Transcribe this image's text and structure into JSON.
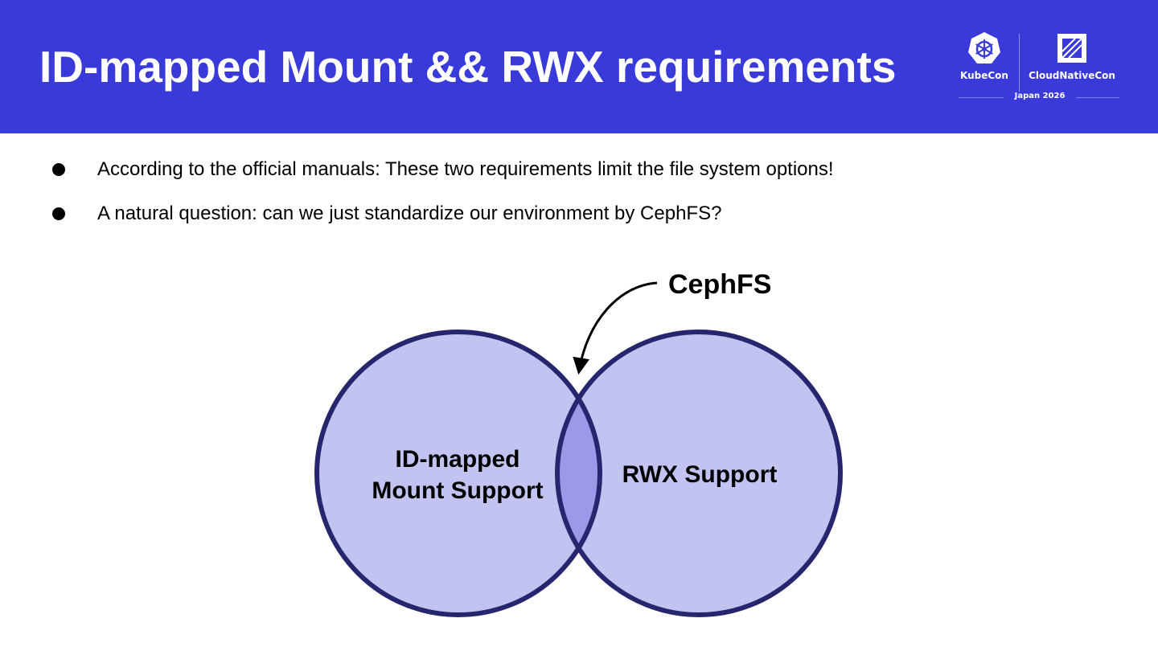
{
  "header": {
    "title": "ID-mapped Mount && RWX requirements",
    "background_color": "#3a3ada"
  },
  "logo": {
    "kubecon_label": "KubeCon",
    "kubecon_icon": "kubernetes-helm-icon",
    "cnc_label": "CloudNativeCon",
    "cnc_icon": "cncf-icon",
    "event_label": "Japan 2026"
  },
  "bullets": [
    {
      "text": "According to the official manuals: These two requirements limit the file system options!"
    },
    {
      "text": "A natural question: can we just standardize our environment by CephFS?"
    }
  ],
  "venn": {
    "left_label_line1": "ID-mapped",
    "left_label_line2": "Mount Support",
    "right_label": "RWX Support",
    "intersection_label": "CephFS",
    "circle_fill": "#c3c3f2",
    "intersection_fill": "#9a9ae8",
    "stroke_color": "#26266e"
  }
}
